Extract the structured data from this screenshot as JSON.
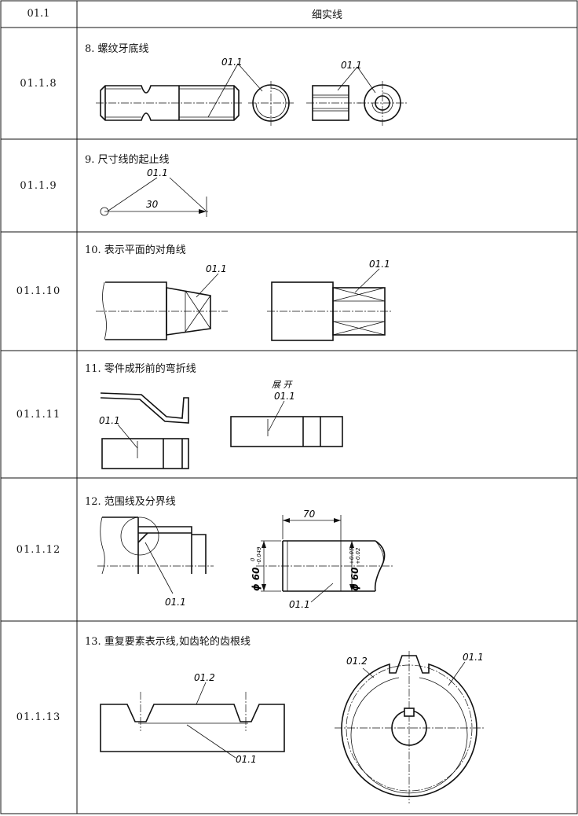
{
  "header": {
    "code": "01.1",
    "title": "细实线"
  },
  "rows": [
    {
      "id": "01.1.8",
      "title": "8. 螺纹牙底线"
    },
    {
      "id": "01.1.9",
      "title": "9. 尺寸线的起止线"
    },
    {
      "id": "01.1.10",
      "title": "10. 表示平面的对角线"
    },
    {
      "id": "01.1.11",
      "title": "11. 零件成形前的弯折线"
    },
    {
      "id": "01.1.12",
      "title": "12. 范围线及分界线"
    },
    {
      "id": "01.1.13",
      "title": "13. 重复要素表示线,如齿轮的齿根线"
    }
  ],
  "labels": {
    "thin": "01.1",
    "thick": "01.2",
    "dim30": "30",
    "dim70": "70",
    "unfold": "展 开",
    "phi60": "ϕ 60",
    "tol_upper_a": "0",
    "tol_lower_a": "-0.049",
    "tol_upper_b": "+0.05",
    "tol_lower_b": "+0.02"
  }
}
